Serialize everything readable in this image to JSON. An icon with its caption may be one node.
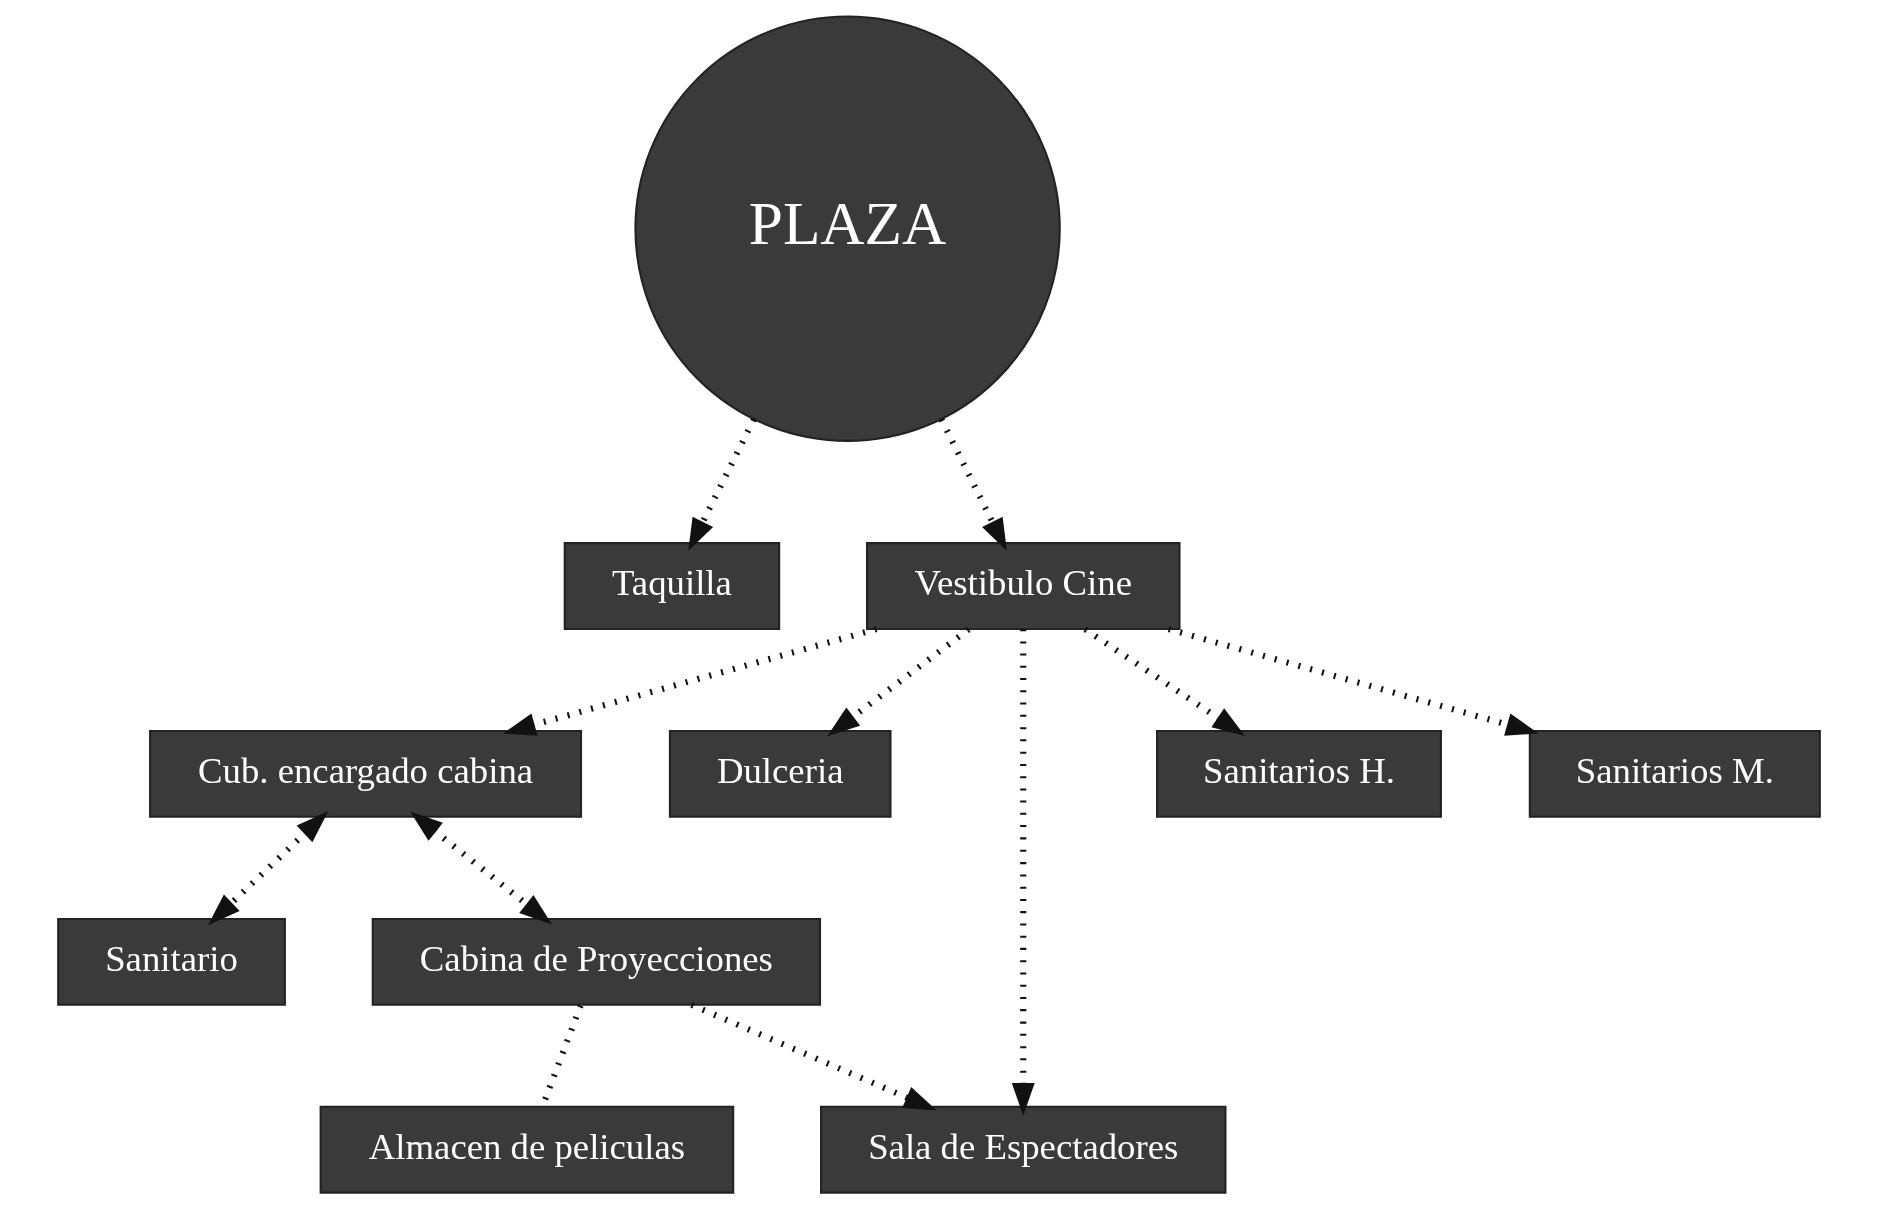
{
  "diagram": {
    "nodes": [
      {
        "text": [
          "PLAZA"
        ]
      },
      {
        "text": [
          "Taquilla"
        ]
      },
      {
        "text": [
          "Cub. encargado cabina"
        ]
      },
      {
        "text": [
          "Vestibulo Cine"
        ]
      },
      {
        "text": [
          "Sanitario"
        ]
      },
      {
        "text": [
          "Dulceria"
        ]
      },
      {
        "text": [
          "Sala de Espectadores"
        ]
      },
      {
        "text": [
          "Cabina de Proyecciones"
        ]
      },
      {
        "text": [
          "Sanitarios H."
        ]
      },
      {
        "text": [
          "Almacen de peliculas"
        ]
      },
      {
        "text": [
          "Sanitarios M."
        ]
      }
    ],
    "edges": [
      {
        "from": 0,
        "to": 1,
        "arrow": "to"
      },
      {
        "from": 0,
        "to": 3,
        "arrow": "to"
      },
      {
        "from": 3,
        "to": 2,
        "arrow": "to"
      },
      {
        "from": 3,
        "to": 6,
        "arrow": "to"
      },
      {
        "from": 3,
        "to": 5,
        "arrow": "to"
      },
      {
        "from": 3,
        "to": 8,
        "arrow": "to"
      },
      {
        "from": 3,
        "to": 10,
        "arrow": "to"
      },
      {
        "from": 2,
        "to": 4,
        "arrow": "both"
      },
      {
        "from": 2,
        "to": 7,
        "arrow": "both"
      },
      {
        "from": 7,
        "to": 6,
        "arrow": "to"
      },
      {
        "from": 7,
        "to": 9,
        "arrow": "none"
      }
    ]
  }
}
